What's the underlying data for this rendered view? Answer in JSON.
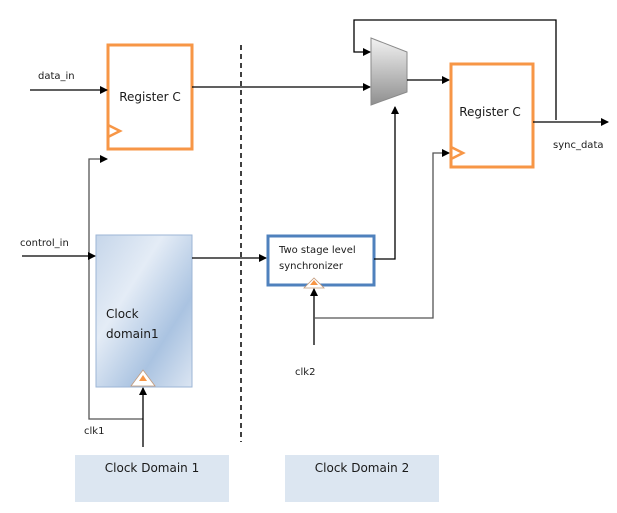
{
  "diagram": {
    "signals": {
      "data_in": "data_in",
      "control_in": "control_in",
      "sync_data": "sync_data",
      "clk1": "clk1",
      "clk2": "clk2"
    },
    "blocks": {
      "register_left": "Register C",
      "register_right": "Register C",
      "clock_domain1_line1": "Clock",
      "clock_domain1_line2": "domain1",
      "synchronizer_line1": "Two stage level",
      "synchronizer_line2": "synchronizer"
    },
    "domains": [
      {
        "label": "Clock Domain 1"
      },
      {
        "label": "Clock Domain 2"
      }
    ],
    "colors": {
      "register_border": "#f79646",
      "synchronizer_border": "#4f81bd",
      "domain_box": "#dce6f1",
      "clock_domain_fill": "#a4bfdf",
      "mux_fill": "#9a9a9a"
    }
  }
}
